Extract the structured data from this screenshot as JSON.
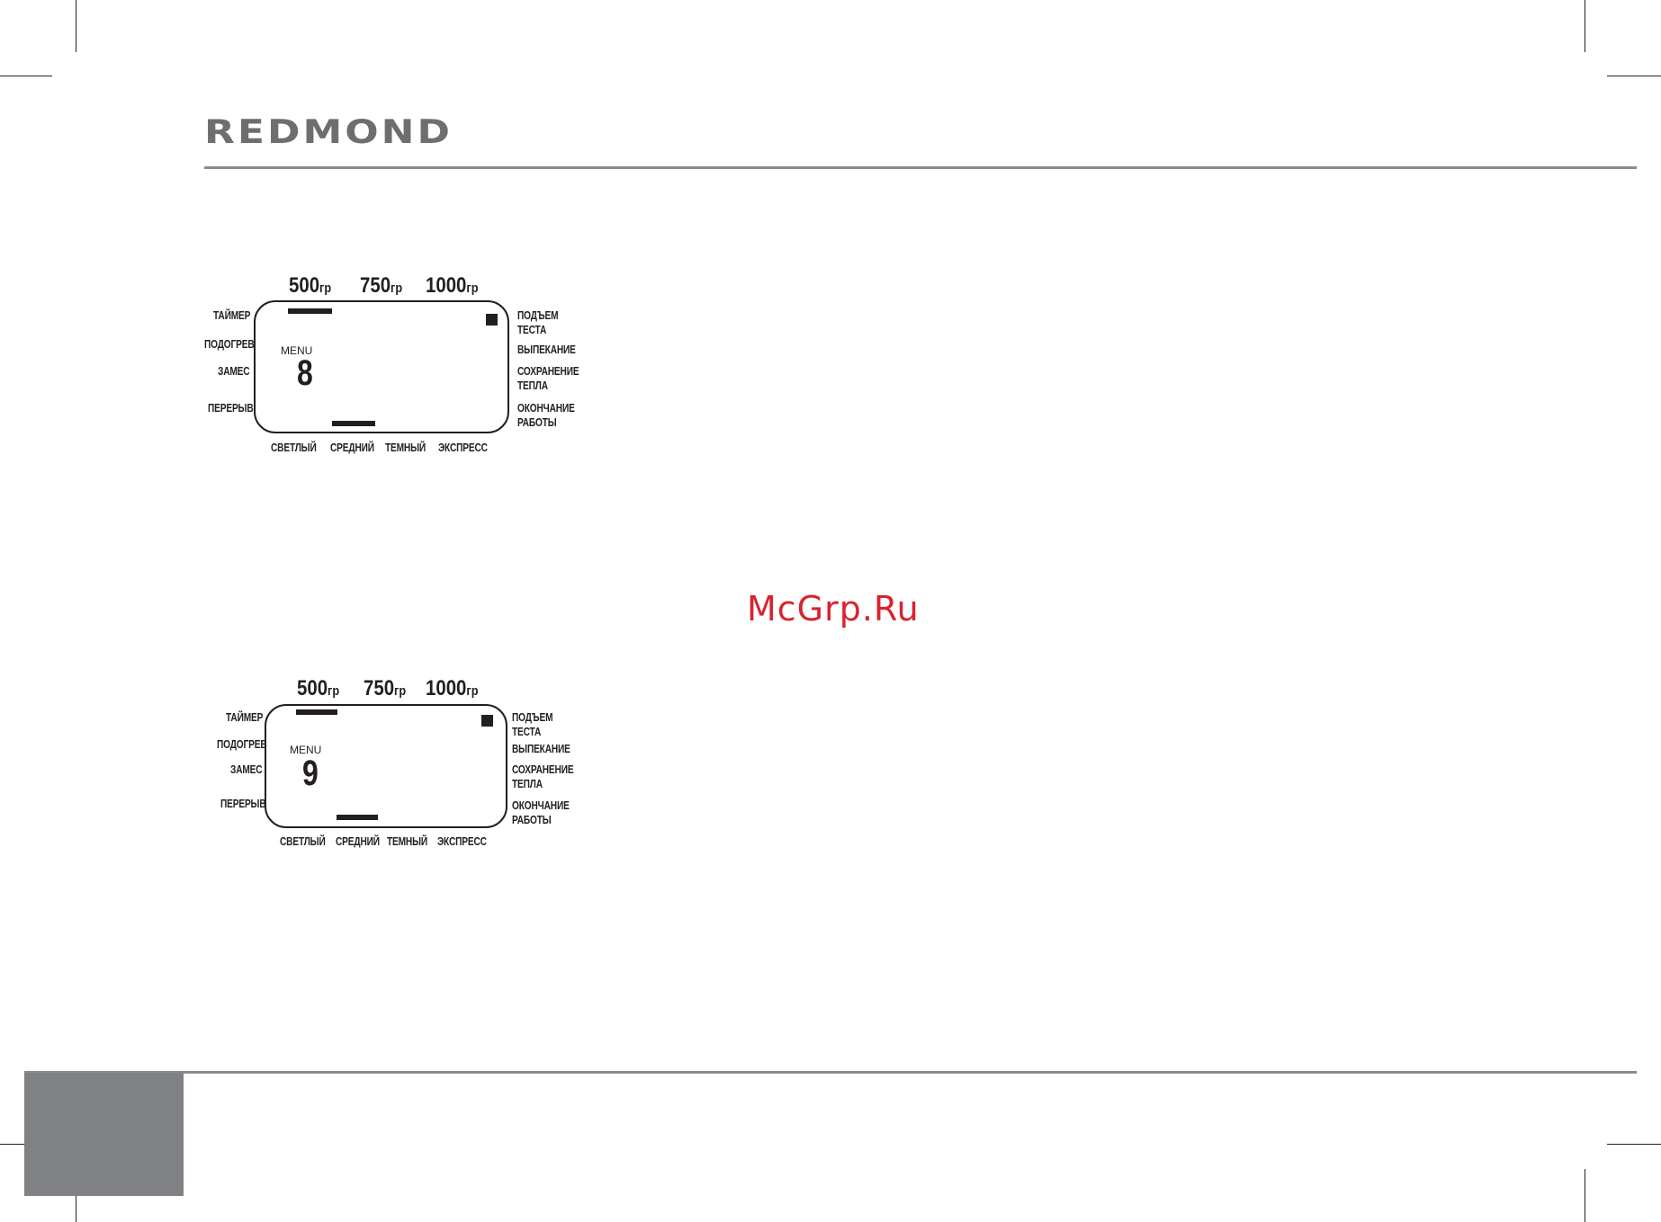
{
  "header": {
    "brand": "REDMOND"
  },
  "watermark": "McGrp.Ru",
  "panels": [
    {
      "weights": [
        "500",
        "750",
        "1000"
      ],
      "weight_unit": "гр",
      "left_labels": [
        "ТАЙМЕР",
        "ПОДОГРЕВ",
        "ЗАМЕС",
        "ПЕРЕРЫВ"
      ],
      "right_labels": [
        "ПОДЪЕМ\nТЕСТА",
        "ВЫПЕКАНИЕ",
        "СОХРАНЕНИЕ\nТЕПЛА",
        "ОКОНЧАНИЕ\nРАБОТЫ"
      ],
      "bottom_labels": [
        "СВЕТЛЫЙ",
        "СРЕДНИЙ",
        "ТЕМНЫЙ",
        "ЭКСПРЕСС"
      ],
      "menu_label": "MENU",
      "menu_number": "8"
    },
    {
      "weights": [
        "500",
        "750",
        "1000"
      ],
      "weight_unit": "гр",
      "left_labels": [
        "ТАЙМЕР",
        "ПОДОГРЕВ",
        "ЗАМЕС",
        "ПЕРЕРЫВ"
      ],
      "right_labels": [
        "ПОДЪЕМ\nТЕСТА",
        "ВЫПЕКАНИЕ",
        "СОХРАНЕНИЕ\nТЕПЛА",
        "ОКОНЧАНИЕ\nРАБОТЫ"
      ],
      "bottom_labels": [
        "СВЕТЛЫЙ",
        "СРЕДНИЙ",
        "ТЕМНЫЙ",
        "ЭКСПРЕСС"
      ],
      "menu_label": "MENU",
      "menu_number": "9"
    }
  ]
}
